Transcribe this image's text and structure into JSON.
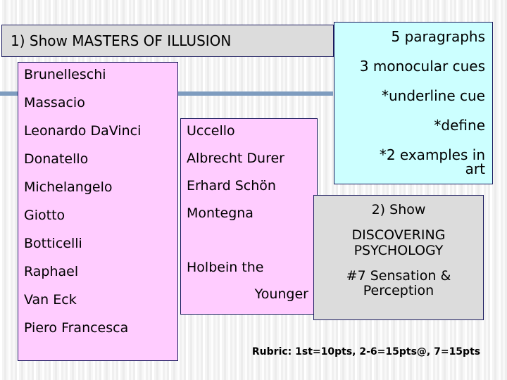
{
  "slide": {
    "title_banner": {
      "text": "1) Show MASTERS OF ILLUSION",
      "bg_color": "#dcdcdc",
      "border_color": "#1a1a5e"
    },
    "accent_rule": {
      "color": "#7e9cbf"
    },
    "artists_left": {
      "bg_color": "#ffccff",
      "items": [
        "Brunelleschi",
        "Massacio",
        "Leonardo DaVinci",
        "Donatello",
        "Michelangelo",
        "Giotto",
        "Botticelli",
        "Raphael",
        "Van Eck",
        "Piero Francesca"
      ]
    },
    "artists_middle": {
      "bg_color": "#ffccff",
      "items": [
        "Uccello",
        "Albrecht Durer",
        "Erhard Schön",
        "Montegna"
      ],
      "last_item_first_line": "Holbein the",
      "last_item_second_line": "Younger"
    },
    "assignment": {
      "bg_color": "#ccffff",
      "items": [
        "5 paragraphs",
        "3 monocular cues",
        "*underline cue",
        "*define"
      ],
      "last_item_line1": "*2 examples in",
      "last_item_line2": "art"
    },
    "video": {
      "bg_color": "#dcdcdc",
      "lines": [
        "2) Show",
        "DISCOVERING PSYCHOLOGY",
        "#7 Sensation & Perception"
      ],
      "line1": "2) Show",
      "line2a": "DISCOVERING",
      "line2b": "PSYCHOLOGY",
      "line3a": "#7 Sensation &",
      "line3b": "Perception"
    },
    "rubric": {
      "text": "Rubric: 1st=10pts, 2-6=15pts@, 7=15pts"
    }
  }
}
